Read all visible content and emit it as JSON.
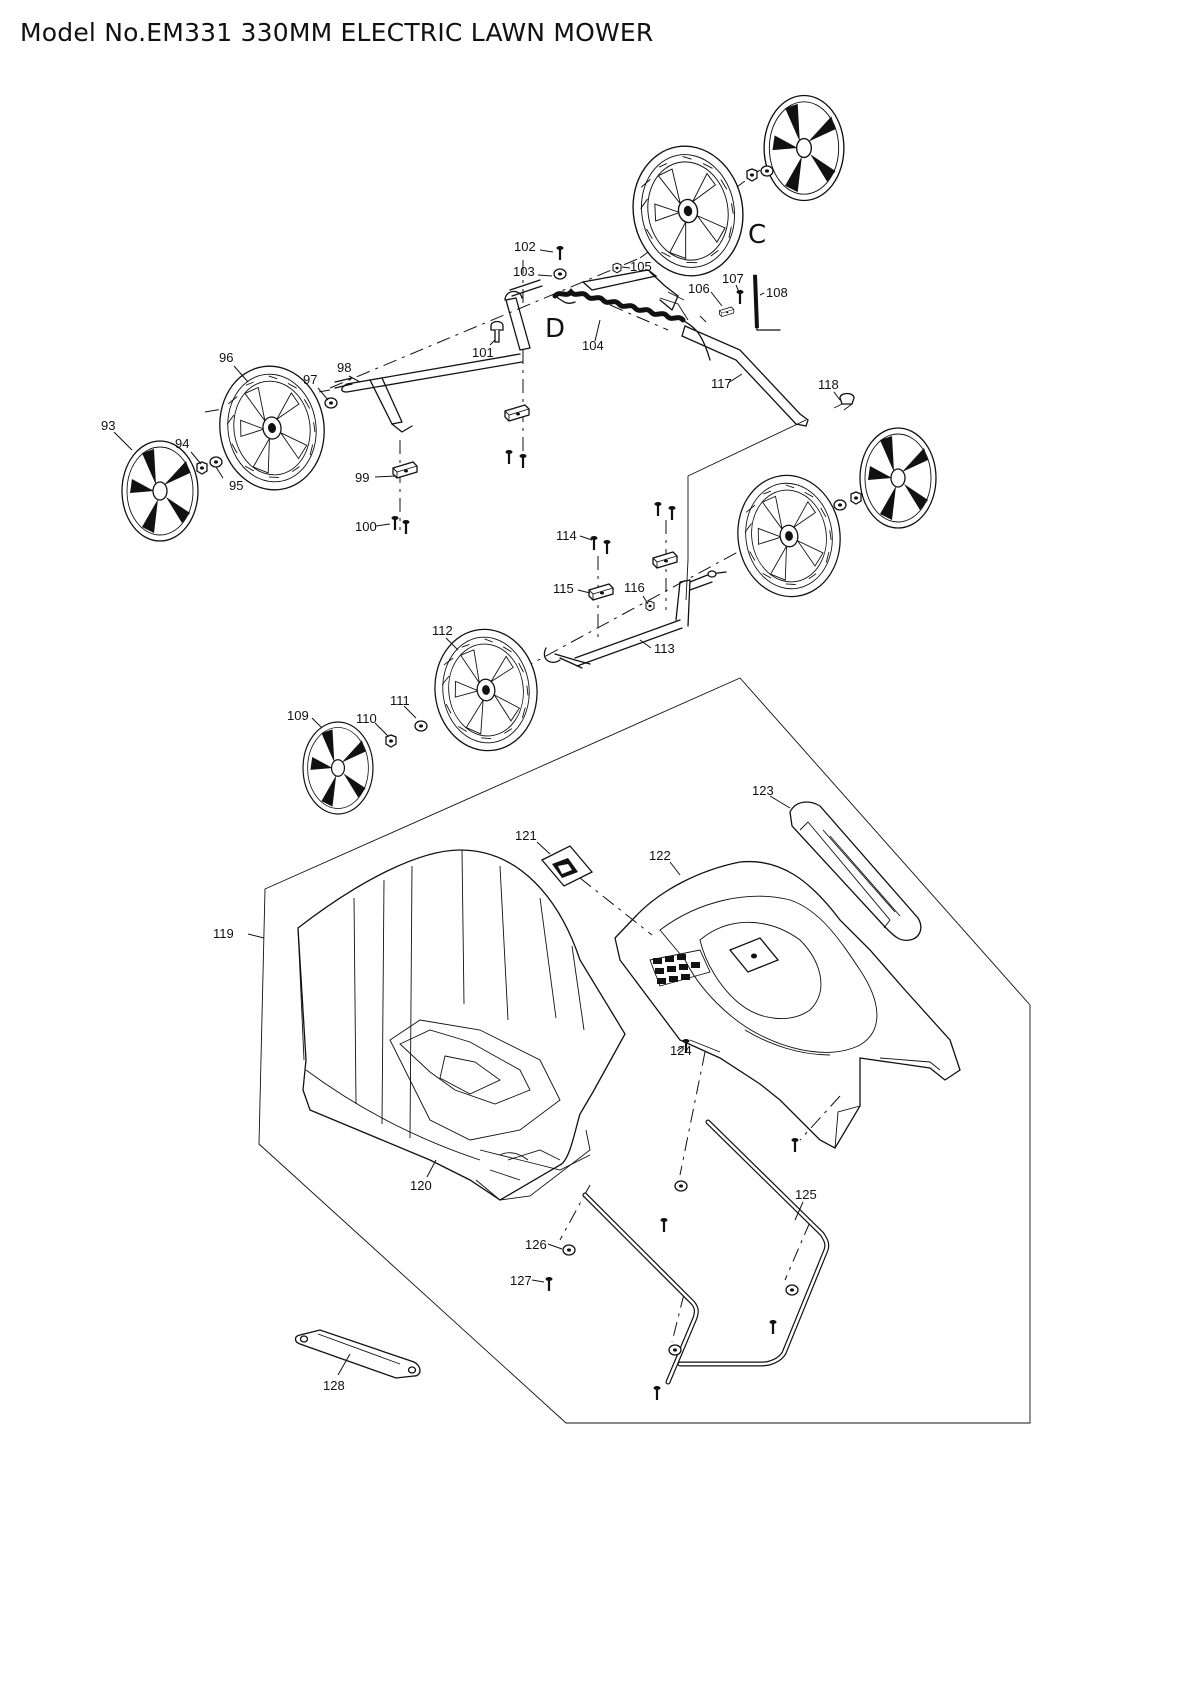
{
  "title": "Model No.EM331 330MM ELECTRIC LAWN MOWER",
  "parts": [
    {
      "no": "93"
    },
    {
      "no": "94"
    },
    {
      "no": "95"
    },
    {
      "no": "96"
    },
    {
      "no": "97"
    },
    {
      "no": "98"
    },
    {
      "no": "99"
    },
    {
      "no": "100"
    },
    {
      "no": "101"
    },
    {
      "no": "102"
    },
    {
      "no": "103"
    },
    {
      "no": "104"
    },
    {
      "no": "105"
    },
    {
      "no": "106"
    },
    {
      "no": "107"
    },
    {
      "no": "108"
    },
    {
      "no": "109"
    },
    {
      "no": "110"
    },
    {
      "no": "111"
    },
    {
      "no": "112"
    },
    {
      "no": "113"
    },
    {
      "no": "114"
    },
    {
      "no": "115"
    },
    {
      "no": "116"
    },
    {
      "no": "117"
    },
    {
      "no": "118"
    },
    {
      "no": "119"
    },
    {
      "no": "120"
    },
    {
      "no": "121"
    },
    {
      "no": "122"
    },
    {
      "no": "123"
    },
    {
      "no": "124"
    },
    {
      "no": "125"
    },
    {
      "no": "126"
    },
    {
      "no": "127"
    },
    {
      "no": "128"
    }
  ],
  "reference_letters": [
    "C",
    "D"
  ]
}
